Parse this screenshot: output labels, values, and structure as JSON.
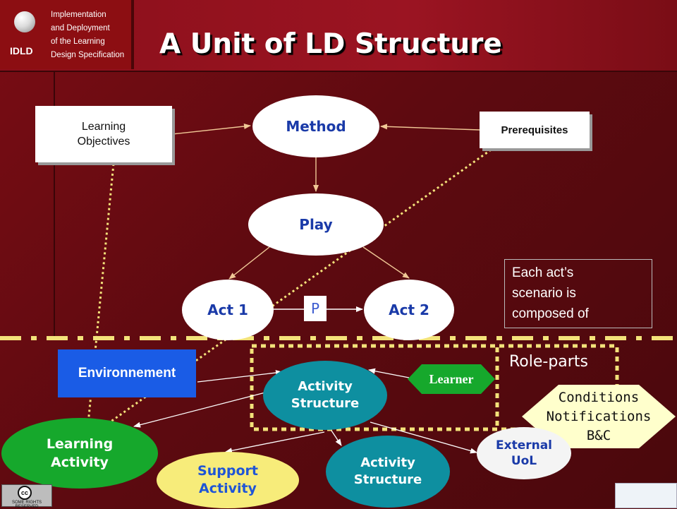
{
  "header": {
    "logo_abbr": "IDLD",
    "logo_text": [
      "Implementation",
      "and Deployment",
      "of the Learning",
      "Design Specification"
    ],
    "title": "A Unit of LD Structure"
  },
  "nodes": {
    "learning_objectives": [
      "Learning",
      "Objectives"
    ],
    "prerequisites": "Prerequisites",
    "method": "Method",
    "play": "Play",
    "act1": "Act 1",
    "act2": "Act 2",
    "p_label": "P",
    "scenario_note": [
      "Each act’s",
      "scenario is",
      "composed of"
    ],
    "environnement": "Environnement",
    "activity_structure_1": [
      "Activity",
      "Structure"
    ],
    "activity_structure_2": [
      "Activity",
      "Structure"
    ],
    "learning_activity": [
      "Learning",
      "Activity"
    ],
    "support_activity": [
      "Support",
      "Activity"
    ],
    "external_uol": [
      "External",
      "UoL"
    ],
    "role_parts": "Role-parts",
    "learner": "Learner",
    "conditions": [
      "Conditions",
      "Notifications",
      "B&C"
    ]
  },
  "footer": {
    "cc_symbol": "cc",
    "cc_text": "SOME RIGHTS RESERVED"
  },
  "colors": {
    "background": "#6a0b12",
    "node_blue_text": "#1a3aa8",
    "environnement": "#1a5ce6",
    "activity_structure": "#0e8fa0",
    "learning_activity": "#16a82c",
    "support_activity": "#f7ec7a",
    "learner": "#16a82c",
    "conditions": "#ffffcc",
    "dotted_connectors": "#f3e27a",
    "arrows": "#f0c896"
  }
}
